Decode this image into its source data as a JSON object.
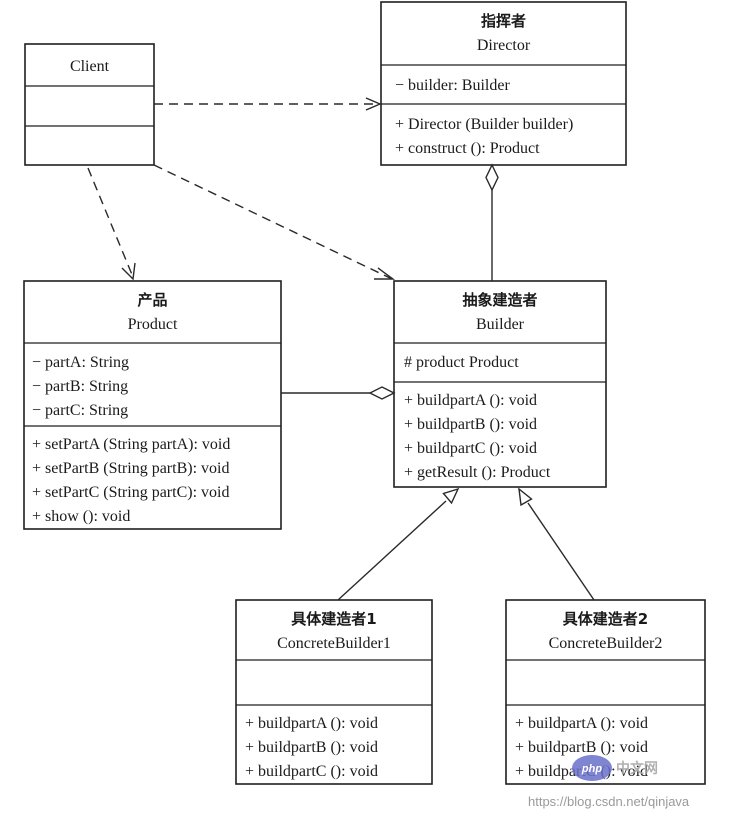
{
  "classes": {
    "client": {
      "name_en": "Client",
      "attributes": [],
      "operations": []
    },
    "director": {
      "name_zh": "指挥者",
      "name_en": "Director",
      "attributes": [
        "− builder: Builder"
      ],
      "operations": [
        "+ Director (Builder builder)",
        "+ construct (): Product"
      ]
    },
    "product": {
      "name_zh": "产品",
      "name_en": "Product",
      "attributes": [
        "− partA: String",
        "− partB: String",
        "− partC: String"
      ],
      "operations": [
        "+ setPartA (String partA): void",
        "+ setPartB (String partB): void",
        "+ setPartC (String partC): void",
        "+ show (): void"
      ]
    },
    "builder": {
      "name_zh": "抽象建造者",
      "name_en": "Builder",
      "attributes": [
        "# product Product"
      ],
      "operations": [
        "+ buildpartA (): void",
        "+ buildpartB (): void",
        "+ buildpartC (): void",
        "+ getResult (): Product"
      ]
    },
    "concrete1": {
      "name_zh": "具体建造者1",
      "name_en": "ConcreteBuilder1",
      "attributes": [],
      "operations": [
        "+ buildpartA (): void",
        "+ buildpartB (): void",
        "+ buildpartC (): void"
      ]
    },
    "concrete2": {
      "name_zh": "具体建造者2",
      "name_en": "ConcreteBuilder2",
      "attributes": [],
      "operations": [
        "+ buildpartA (): void",
        "+ buildpartB (): void",
        "+ buildpartC (): void"
      ]
    }
  },
  "watermark": {
    "url": "https://blog.csdn.net/qinjava",
    "badge_php": "php",
    "badge_cn": "中文网",
    "badge_color": "#6a70c9",
    "badge_cn_color": "#a8a8a8"
  }
}
